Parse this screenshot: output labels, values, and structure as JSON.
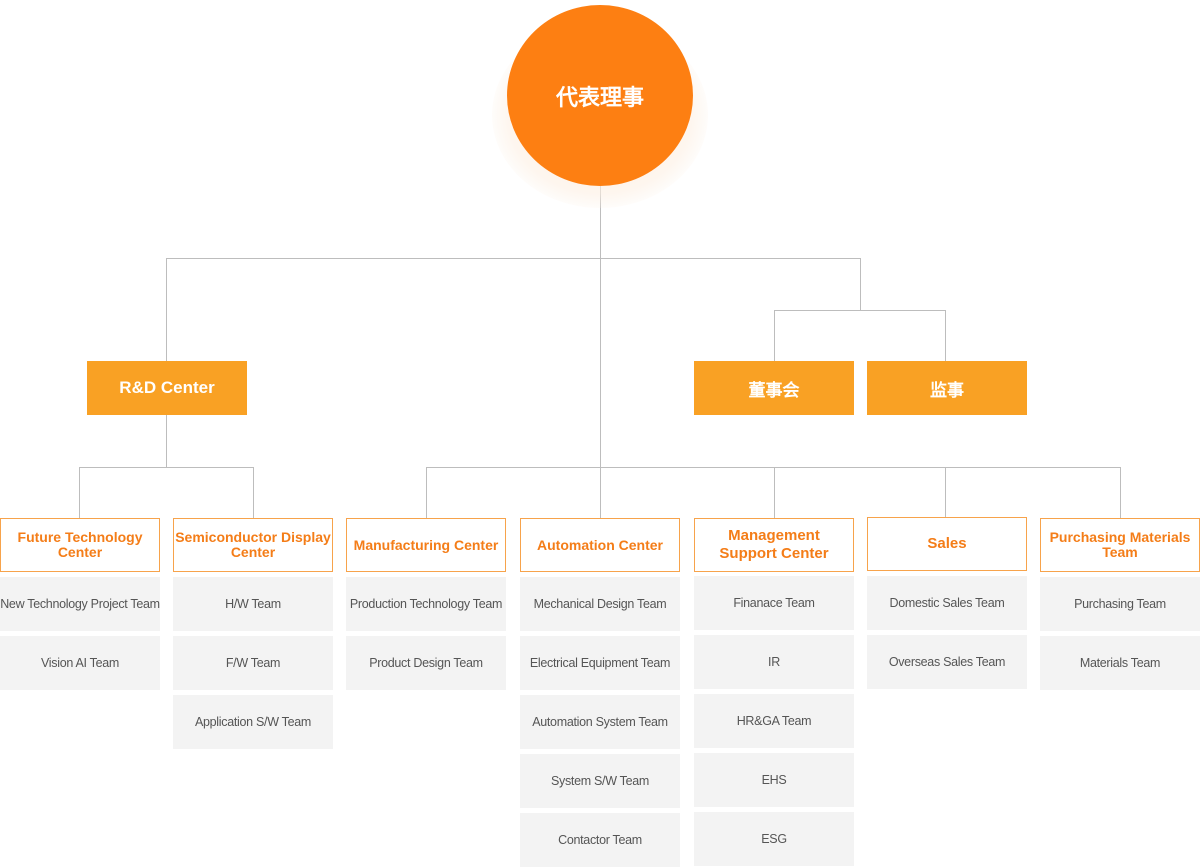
{
  "ceo": {
    "label": "代表理事"
  },
  "level1": {
    "rd": "R&D Center",
    "board": "董事会",
    "auditor": "监事"
  },
  "departments": [
    {
      "name": "Future Technology Center",
      "line1": "Future Technology",
      "line2": "Center",
      "teams": [
        "New Technology Project Team",
        "Vision AI Team"
      ]
    },
    {
      "name": "Semiconductor Display Center",
      "line1": "Semiconductor Display",
      "line2": "Center",
      "teams": [
        "H/W Team",
        "F/W Team",
        "Application S/W Team"
      ]
    },
    {
      "name": "Manufacturing Center",
      "line1": "Manufacturing Center",
      "line2": "",
      "teams": [
        "Production Technology Team",
        "Product Design Team"
      ]
    },
    {
      "name": "Automation Center",
      "line1": "Automation Center",
      "line2": "",
      "teams": [
        "Mechanical Design Team",
        "Electrical Equipment Team",
        "Automation System Team",
        "System S/W Team",
        "Contactor Team"
      ]
    },
    {
      "name": "Management Support Center",
      "line1": "Management",
      "line2": "Support Center",
      "teams": [
        "Finanace Team",
        "IR",
        "HR&GA Team",
        "EHS",
        "ESG"
      ]
    },
    {
      "name": "Sales",
      "line1": "Sales",
      "line2": "",
      "teams": [
        "Domestic Sales Team",
        "Overseas Sales Team"
      ]
    },
    {
      "name": "Purchasing Materials Team",
      "line1": "Purchasing Materials",
      "line2": "Team",
      "teams": [
        "Purchasing Team",
        "Materials Team"
      ]
    }
  ],
  "colors": {
    "ceo": "#fd7f12",
    "level1": "#f9a124",
    "department_text": "#f47d18",
    "department_border": "#f7a34b",
    "team_bg": "#f3f3f3",
    "connector": "#bbbbbb"
  }
}
